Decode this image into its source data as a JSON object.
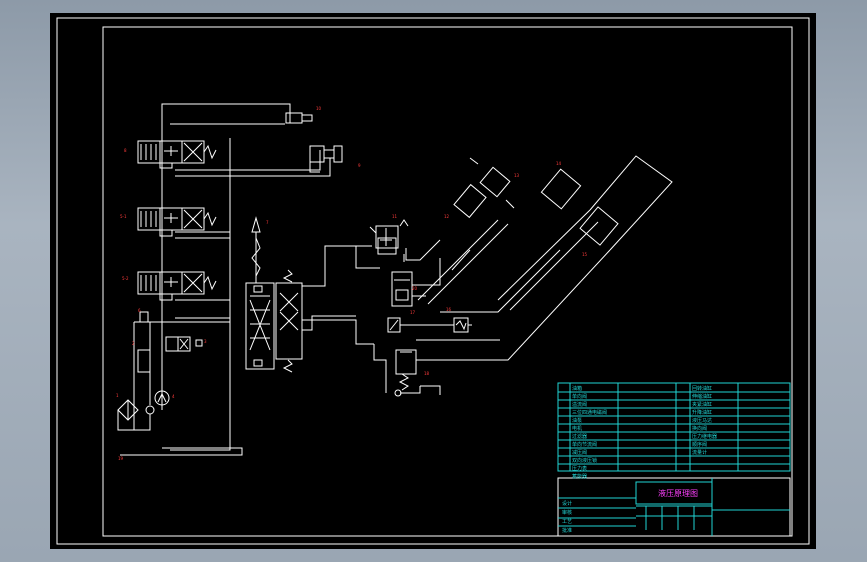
{
  "callouts": [
    "10",
    "9",
    "8",
    "5-1",
    "5-2",
    "11",
    "12",
    "13",
    "14",
    "15",
    "16",
    "17",
    "18",
    "7",
    "1",
    "2",
    "3",
    "4",
    "6",
    "19",
    "20"
  ],
  "table": {
    "title": "液压原理图",
    "rows_left_names": [
      "油箱",
      "单向阀",
      "溢流阀",
      "三位四通电磁阀",
      "油泵",
      "电机",
      "过滤器",
      "单向节流阀",
      "减压阀",
      "双向液压锁",
      "压力表",
      "蓄能器"
    ],
    "rows_right_names": [
      "回转油缸",
      "伸缩油缸",
      "夹紧油缸",
      "升降油缸",
      "液压马达",
      "换向阀",
      "压力继电器",
      "顺序阀",
      "流量计"
    ],
    "footer_left": [
      "设计",
      "审核",
      "工艺",
      "批准"
    ]
  },
  "colors": {
    "background": "#000000",
    "line": "#ffffff",
    "callout": "#ff3b3b",
    "table": "#21d4d4",
    "title": "#ff40ff",
    "frame_outer": "#9aa6b3"
  }
}
